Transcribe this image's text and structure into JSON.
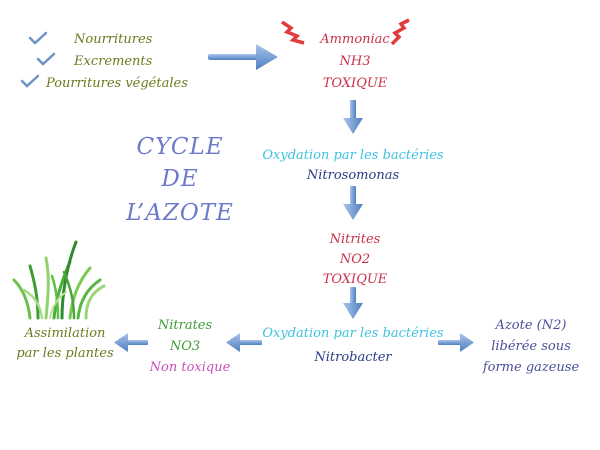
{
  "sources": [
    "Nourritures",
    "Excrements",
    "Pourritures végétales"
  ],
  "ammoniac": {
    "name": "Ammoniac",
    "formula": "NH3",
    "status": "TOXIQUE"
  },
  "title": [
    "CYCLE",
    "DE",
    "L’AZOTE"
  ],
  "oxidation1": {
    "label": "Oxydation par les bactéries",
    "bacteria": "Nitrosomonas"
  },
  "nitrites": {
    "name": "Nitrites",
    "formula": "NO2",
    "status": "TOXIQUE"
  },
  "oxidation2": {
    "label": "Oxydation par les bactéries",
    "bacteria": "Nitrobacter"
  },
  "nitrates": {
    "name": "Nitrates",
    "formula": "NO3",
    "status": "Non toxique"
  },
  "assimilation": [
    "Assimilation",
    "par les plantes"
  ],
  "azote": [
    "Azote (N2)",
    "libérée sous",
    "forme gazeuse"
  ],
  "colors": {
    "arrow": "#5b87c5",
    "toxic": "#c8324a",
    "oxidation": "#3ec3df",
    "bacteria": "#2a3b86",
    "title": "#6d79c9",
    "grass": "#4caf3a"
  }
}
